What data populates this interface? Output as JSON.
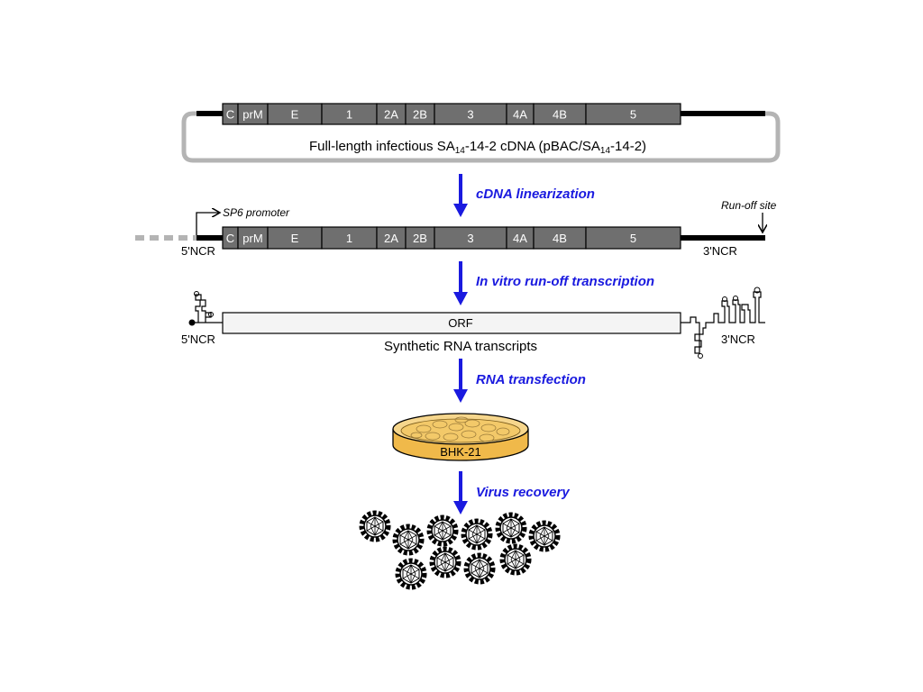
{
  "accent_color": "#1a1adf",
  "genes": [
    "C",
    "prM",
    "E",
    "1",
    "2A",
    "2B",
    "3",
    "4A",
    "4B",
    "5"
  ],
  "plasmid": {
    "title_prefix": "Full-length infectious SA",
    "sub1": "14",
    "title_mid": "-14-2 cDNA (pBAC/SA",
    "sub2": "14",
    "title_suffix": "-14-2)"
  },
  "steps": {
    "linearization": "cDNA linearization",
    "transcription": "In vitro run-off transcription",
    "transfection": "RNA transfection",
    "recovery": "Virus recovery"
  },
  "linear": {
    "promoter": "SP6 promoter",
    "runoff": "Run-off site",
    "ncr5": "5'NCR",
    "ncr3": "3'NCR"
  },
  "rna": {
    "orf": "ORF",
    "ncr5": "5'NCR",
    "ncr3": "3'NCR",
    "caption": "Synthetic RNA transcripts"
  },
  "dish": {
    "label": "BHK-21"
  }
}
